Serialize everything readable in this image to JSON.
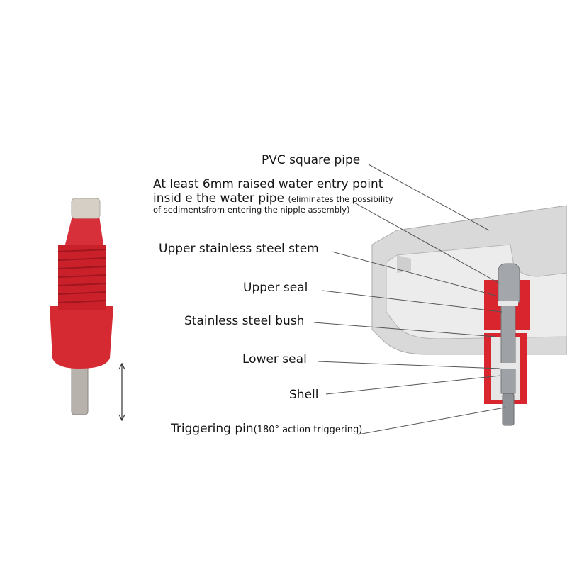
{
  "labels": {
    "pvc_pipe": "PVC square pipe",
    "entry_line1": "At least 6mm raised water entry point",
    "entry_line2": "insid e the water pipe",
    "entry_note1": "(eliminates the possibility",
    "entry_note2": "of  sedimentsfrom entering the nipple assembly)",
    "upper_stem": "Upper stainless steel stem",
    "upper_seal": "Upper seal",
    "bush": "Stainless steel bush",
    "lower_seal": "Lower seal",
    "shell": "Shell",
    "trigger_pin": "Triggering pin",
    "trigger_note": "(180° action triggering)"
  },
  "colors": {
    "red": "#d9252e",
    "pipe": "#d4d4d4",
    "steel": "#9a9ea2"
  }
}
